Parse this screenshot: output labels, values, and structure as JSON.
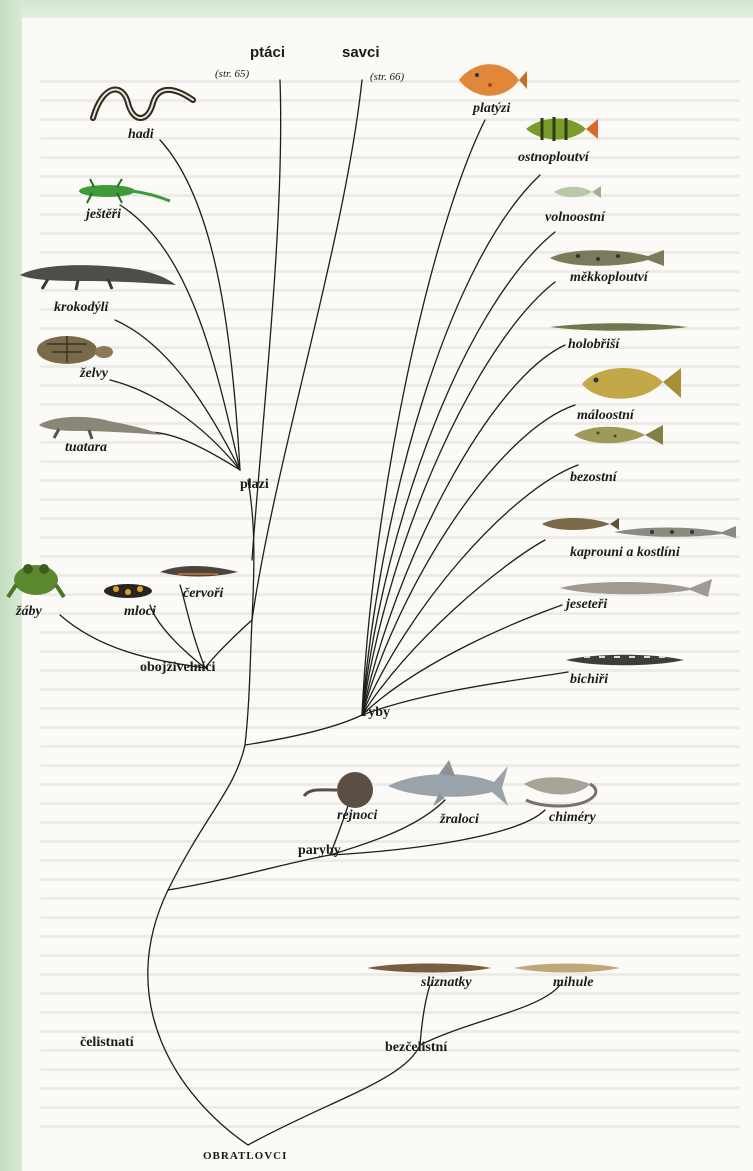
{
  "labels": {
    "ptaci": "ptáci",
    "ptaci_ref": "(str. 65)",
    "savci": "savci",
    "savci_ref": "(str. 66)",
    "hadi": "hadi",
    "jesteri": "ještěři",
    "krokodyli": "krokodýli",
    "zelvy": "želvy",
    "tuatara": "tuatara",
    "plazi": "plazi",
    "zaby": "žáby",
    "mloci": "mloci",
    "colci": "červoři",
    "obojzivelnici": "obojživelníci",
    "platyzi": "platýzi",
    "ostnoploutvi": "ostnoploutví",
    "volnoostni": "volnoostní",
    "mekkoploutvi": "měkkoploutví",
    "holobrisi": "holobřiší",
    "maloostni": "máloostní",
    "bezostni": "bezostní",
    "kaprouni": "kaprouni a kostlíni",
    "jeseteri": "jeseteři",
    "bichiri": "bichiři",
    "ryby": "ryby",
    "rejnoci": "rejnoci",
    "zraloci": "žraloci",
    "chimery": "chiméry",
    "paryby": "paryby",
    "sliznatky": "sliznatky",
    "mihule": "mihule",
    "celistnati": "čelistnatí",
    "bezcelistni": "bezčelistní",
    "root": "OBRATLOVCI"
  },
  "colors": {
    "paper": "#fbfaf7",
    "frame": "#d3e6d0",
    "line": "#1e1e1e"
  }
}
